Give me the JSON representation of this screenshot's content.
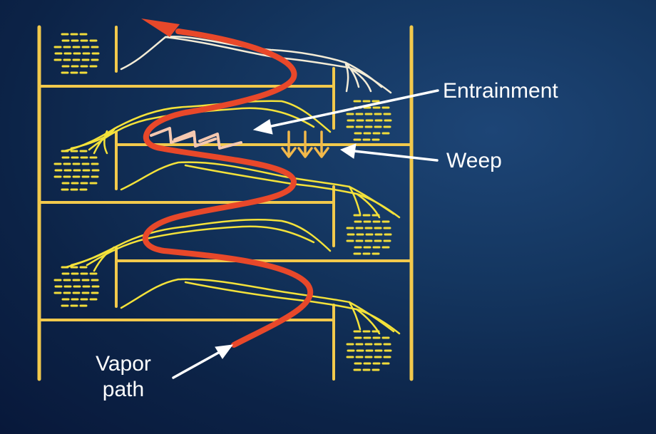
{
  "labels": {
    "entrainment": "Entrainment",
    "weep": "Weep",
    "vapor_line1": "Vapor",
    "vapor_line2": "path"
  },
  "colors": {
    "background": "#133560",
    "column": "#f2c94c",
    "liquid": "#f4e23a",
    "froth": "#f1dc3a",
    "vapor_path": "#e8482a",
    "pointer_arrow": "#ffffff",
    "weep_arrow": "#f2b84a",
    "entrainment_arrow": "#f5c8b0"
  },
  "icons": {
    "vapor_arrowhead": "arrow-up-left",
    "weep_arrows": "arrow-down",
    "entrainment_arrows": "chevron-right"
  }
}
